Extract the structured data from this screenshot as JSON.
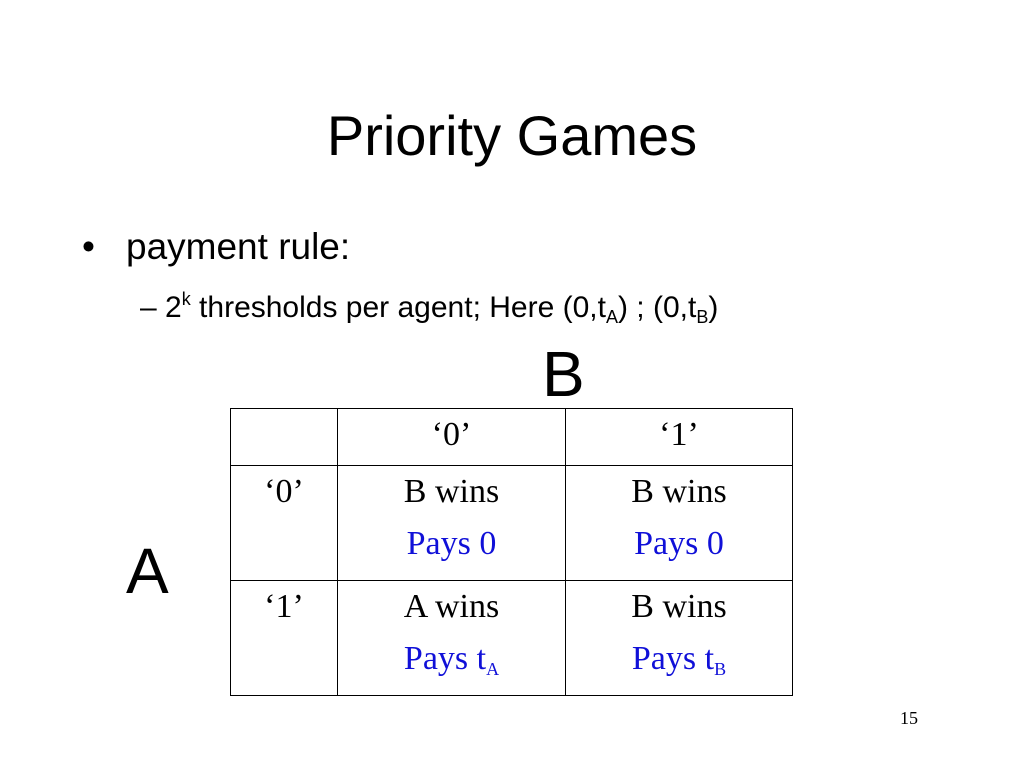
{
  "title": "Priority Games",
  "bullet": {
    "marker": "•",
    "text": "payment rule:"
  },
  "sub_bullet": {
    "dash": "–",
    "base": "2",
    "exp": "k",
    "text_a": " thresholds per agent; Here (0,t",
    "sub_a": "A",
    "text_b": ") ; (0,t",
    "sub_b": "B",
    "text_c": ")"
  },
  "players": {
    "column_player": "B",
    "row_player": "A"
  },
  "table": {
    "corner": "",
    "col_headers": [
      "‘0’",
      "‘1’"
    ],
    "rows": [
      {
        "header": "‘0’",
        "cells": [
          {
            "outcome": "B wins",
            "pays_prefix": "Pays 0",
            "pays_sub": ""
          },
          {
            "outcome": "B wins",
            "pays_prefix": "Pays 0",
            "pays_sub": ""
          }
        ]
      },
      {
        "header": "‘1’",
        "cells": [
          {
            "outcome": "A wins",
            "pays_prefix": "Pays t",
            "pays_sub": "A"
          },
          {
            "outcome": "B wins",
            "pays_prefix": "Pays t",
            "pays_sub": "B"
          }
        ]
      }
    ]
  },
  "colors": {
    "text": "#000000",
    "pays": "#1010d8",
    "background": "#ffffff"
  },
  "page_number": "15"
}
